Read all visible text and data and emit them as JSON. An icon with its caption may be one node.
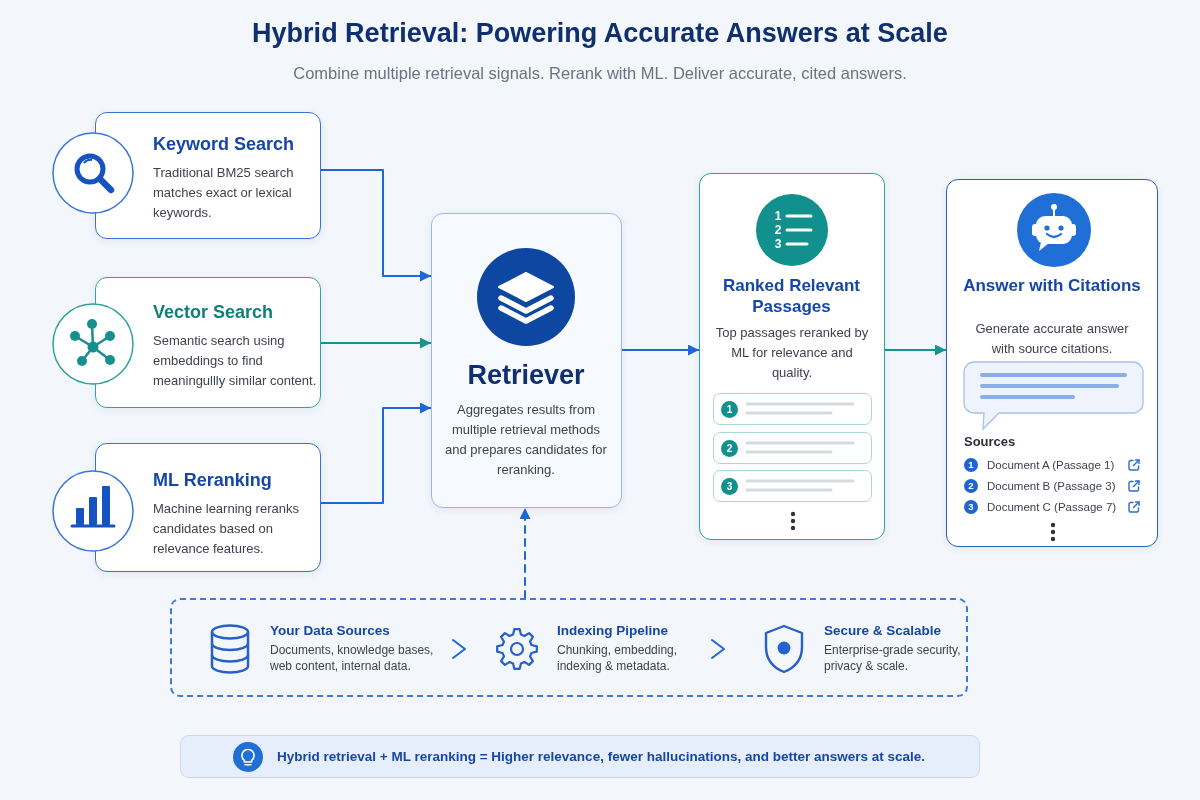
{
  "diagram": {
    "title": "Hybrid Retrieval: Powering Accurate Answers at Scale",
    "nodes": [
      {
        "text": [
          "Keyword Search",
          "Traditional BM25 search matches exact or lexical keywords."
        ]
      },
      {
        "text": [
          "Vector Search",
          "Semantic search using embeddings to find meaningullly similar content."
        ]
      },
      {
        "text": [
          "ML Reranking",
          "Machine learning reranks candidates based on relevance features."
        ]
      },
      {
        "text": [
          "Retriever",
          "Aggregates results from multiple retrieval methods and prepares candidates for reranking."
        ]
      },
      {
        "text": [
          "Ranked Relevant Passages",
          "Top passages reranked by ML for relevance and quality."
        ]
      },
      {
        "text": [
          "1"
        ],
        "in": 4
      },
      {
        "text": [
          "2"
        ],
        "in": 4
      },
      {
        "text": [
          "3"
        ],
        "in": 4
      },
      {
        "text": [
          "Answer with Citations",
          "Generate accurate answer with source citations.",
          "Sources"
        ]
      },
      {
        "text": [
          "1"
        ],
        "in": 8,
        "beside": [
          "Document A (Passage 1)"
        ]
      },
      {
        "text": [
          "2"
        ],
        "in": 8,
        "beside": [
          "Document B (Passage 3)"
        ]
      },
      {
        "text": [
          "3"
        ],
        "in": 8,
        "beside": [
          "Document C (Passage 7)"
        ]
      },
      {
        "text": [],
        "shape": "box"
      },
      {
        "text": [
          "Your Data Sources",
          "Documents, knowledge bases, web content, internal data."
        ],
        "in": 12
      },
      {
        "text": [
          "Indexing Pipeline",
          "Chunking, embedding, indexing & metadata."
        ],
        "in": 12
      },
      {
        "text": [
          "Secure & Scalable",
          "Enterprise-grade security, privacy & scale."
        ],
        "in": 12
      },
      {
        "text": [
          "Hybrid retrieval + ML reranking = Higher relevance, fewer hallucinations, and better answers at scale."
        ]
      }
    ],
    "edges": [
      {
        "from": 0,
        "to": 3,
        "arrow": "to"
      },
      {
        "from": 1,
        "to": 3,
        "arrow": "to",
        "color": "#16958f"
      },
      {
        "from": 2,
        "to": 3,
        "arrow": "to"
      },
      {
        "from": 3,
        "to": 4,
        "arrow": "to"
      },
      {
        "from": 4,
        "to": 8,
        "arrow": "to",
        "color": "#16958f"
      },
      {
        "from": 12,
        "to": 3,
        "arrow": "to",
        "style": "dashed"
      },
      {
        "from": 13,
        "to": 14,
        "arrow": "to"
      },
      {
        "from": 14,
        "to": 15,
        "arrow": "to"
      }
    ],
    "labels": [
      "Combine multiple retrieval signals. Rerank with ML. Deliver accurate, cited answers.",
      "1",
      "2",
      "3"
    ]
  }
}
